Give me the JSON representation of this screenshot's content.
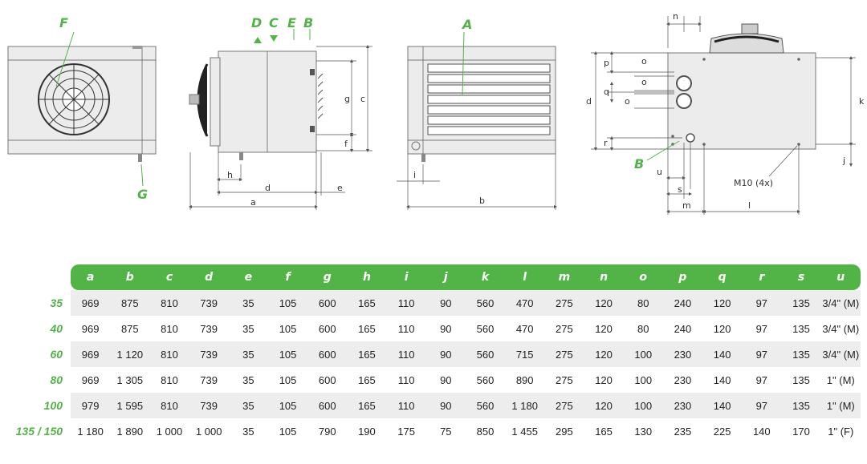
{
  "drawing_labels": {
    "F": "F",
    "G": "G",
    "D": "D",
    "C": "C",
    "E": "E",
    "B_top": "B",
    "A": "A",
    "B_side": "B",
    "m10": "M10 (4x)"
  },
  "dim_labels": {
    "a": "a",
    "b": "b",
    "c": "c",
    "d": "d",
    "e": "e",
    "f": "f",
    "g": "g",
    "h": "h",
    "i": "i",
    "j": "j",
    "k": "k",
    "l": "l",
    "m": "m",
    "n": "n",
    "o": "o",
    "p": "p",
    "q": "q",
    "r": "r",
    "s": "s",
    "u": "u"
  },
  "table": {
    "headers": [
      "a",
      "b",
      "c",
      "d",
      "e",
      "f",
      "g",
      "h",
      "i",
      "j",
      "k",
      "l",
      "m",
      "n",
      "o",
      "p",
      "q",
      "r",
      "s",
      "u"
    ],
    "rows": [
      {
        "model": "35",
        "values": [
          "969",
          "875",
          "810",
          "739",
          "35",
          "105",
          "600",
          "165",
          "110",
          "90",
          "560",
          "470",
          "275",
          "120",
          "80",
          "240",
          "120",
          "97",
          "135",
          "3/4\" (M)"
        ]
      },
      {
        "model": "40",
        "values": [
          "969",
          "875",
          "810",
          "739",
          "35",
          "105",
          "600",
          "165",
          "110",
          "90",
          "560",
          "470",
          "275",
          "120",
          "80",
          "240",
          "120",
          "97",
          "135",
          "3/4\" (M)"
        ]
      },
      {
        "model": "60",
        "values": [
          "969",
          "1 120",
          "810",
          "739",
          "35",
          "105",
          "600",
          "165",
          "110",
          "90",
          "560",
          "715",
          "275",
          "120",
          "100",
          "230",
          "140",
          "97",
          "135",
          "3/4\" (M)"
        ]
      },
      {
        "model": "80",
        "values": [
          "969",
          "1 305",
          "810",
          "739",
          "35",
          "105",
          "600",
          "165",
          "110",
          "90",
          "560",
          "890",
          "275",
          "120",
          "100",
          "230",
          "140",
          "97",
          "135",
          "1\" (M)"
        ]
      },
      {
        "model": "100",
        "values": [
          "979",
          "1 595",
          "810",
          "739",
          "35",
          "105",
          "600",
          "165",
          "110",
          "90",
          "560",
          "1 180",
          "275",
          "120",
          "100",
          "230",
          "140",
          "97",
          "135",
          "1\" (M)"
        ]
      },
      {
        "model": "135 / 150",
        "values": [
          "1 180",
          "1 890",
          "1 000",
          "1 000",
          "35",
          "105",
          "790",
          "190",
          "175",
          "75",
          "850",
          "1 455",
          "295",
          "165",
          "130",
          "235",
          "225",
          "140",
          "170",
          "1\" (F)"
        ]
      }
    ]
  },
  "colors": {
    "accent": "#52b447",
    "row_alt": "#ededed"
  }
}
